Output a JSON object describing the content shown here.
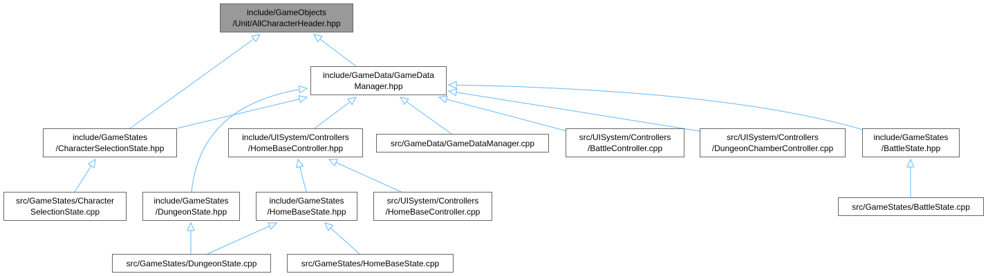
{
  "colors": {
    "edge": "#63B8FF",
    "node_border": "#666666",
    "node_fill": "#ffffff",
    "root_fill": "#999999"
  },
  "nodes": {
    "root": {
      "lines": [
        "include/GameObjects",
        "/Unit/AllCharacterHeader.hpp"
      ]
    },
    "gdm_hpp": {
      "lines": [
        "include/GameData/GameData",
        "Manager.hpp"
      ]
    },
    "css_hpp": {
      "lines": [
        "include/GameStates",
        "/CharacterSelectionState.hpp"
      ]
    },
    "hbc_hpp": {
      "lines": [
        "include/UISystem/Controllers",
        "/HomeBaseController.hpp"
      ]
    },
    "gdm_cpp": {
      "lines": [
        "src/GameData/GameDataManager.cpp"
      ]
    },
    "bc_cpp": {
      "lines": [
        "src/UISystem/Controllers",
        "/BattleController.cpp"
      ]
    },
    "dcc_cpp": {
      "lines": [
        "src/UISystem/Controllers",
        "/DungeonChamberController.cpp"
      ]
    },
    "bs_hpp": {
      "lines": [
        "include/GameStates",
        "/BattleState.hpp"
      ]
    },
    "css_cpp": {
      "lines": [
        "src/GameStates/Character",
        "SelectionState.cpp"
      ]
    },
    "ds_hpp": {
      "lines": [
        "include/GameStates",
        "/DungeonState.hpp"
      ]
    },
    "hbs_hpp": {
      "lines": [
        "include/GameStates",
        "/HomeBaseState.hpp"
      ]
    },
    "hbc_cpp": {
      "lines": [
        "src/UISystem/Controllers",
        "/HomeBaseController.cpp"
      ]
    },
    "bs_cpp": {
      "lines": [
        "src/GameStates/BattleState.cpp"
      ]
    },
    "ds_cpp": {
      "lines": [
        "src/GameStates/DungeonState.cpp"
      ]
    },
    "hbs_cpp": {
      "lines": [
        "src/GameStates/HomeBaseState.cpp"
      ]
    }
  },
  "edges": [
    [
      "gdm_hpp",
      "root"
    ],
    [
      "css_hpp",
      "root"
    ],
    [
      "css_hpp",
      "gdm_hpp"
    ],
    [
      "ds_hpp",
      "gdm_hpp"
    ],
    [
      "hbc_hpp",
      "gdm_hpp"
    ],
    [
      "gdm_cpp",
      "gdm_hpp"
    ],
    [
      "bc_cpp",
      "gdm_hpp"
    ],
    [
      "dcc_cpp",
      "gdm_hpp"
    ],
    [
      "bs_hpp",
      "gdm_hpp"
    ],
    [
      "css_cpp",
      "css_hpp"
    ],
    [
      "hbs_hpp",
      "hbc_hpp"
    ],
    [
      "hbc_cpp",
      "hbc_hpp"
    ],
    [
      "bs_cpp",
      "bs_hpp"
    ],
    [
      "ds_cpp",
      "ds_hpp"
    ],
    [
      "ds_cpp",
      "hbs_hpp"
    ],
    [
      "hbs_cpp",
      "hbs_hpp"
    ]
  ]
}
